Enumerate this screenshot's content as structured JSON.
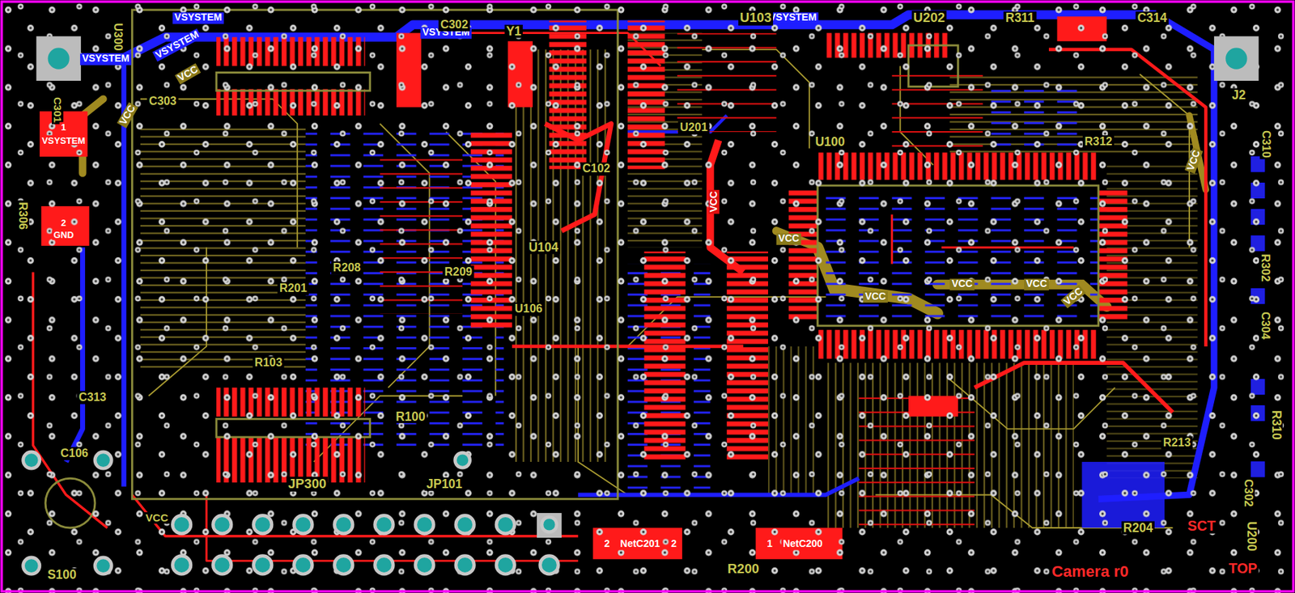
{
  "diagram": {
    "labels": [
      "U300",
      "VSYSTEM",
      "VSYSTEM",
      "VSYSTEM",
      "VSYSTEM",
      "VSYSTEM",
      "VCC",
      "VCC",
      "C302",
      "Y1",
      "U103",
      "U202",
      "R311",
      "C314",
      "J2",
      "C310",
      "C301",
      "1",
      "VSYSTEM",
      "2",
      "GND",
      "R306",
      "C313",
      "C106",
      "S100",
      "JP300",
      "JP101",
      "R100",
      "U104",
      "U106",
      "R209",
      "R208",
      "R201",
      "R103",
      "U201",
      "U100",
      "C102",
      "VCC",
      "VCC",
      "VCC",
      "VCC",
      "VCC",
      "VCC",
      "VCC",
      "VCC",
      "R200",
      "2",
      "NetC201",
      "2",
      "1",
      "NetC200",
      "R204",
      "SCT",
      "U200",
      "Camera r0",
      "TOP",
      "R310",
      "C302",
      "C304",
      "R302",
      "R213",
      "R312",
      "C303"
    ]
  }
}
